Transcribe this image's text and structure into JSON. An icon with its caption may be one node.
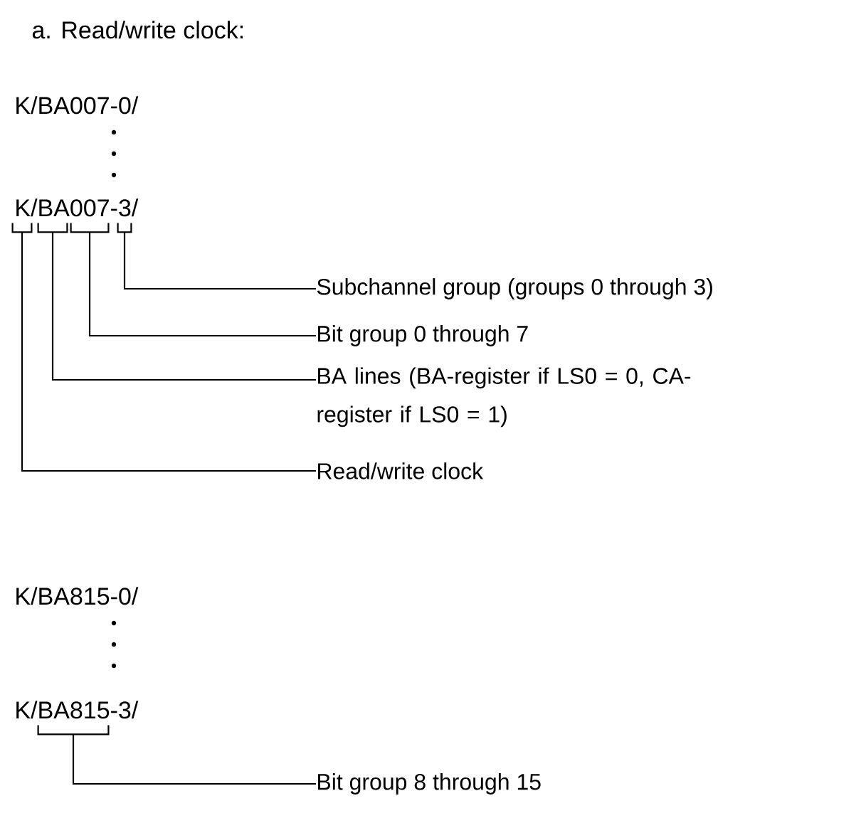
{
  "diagram": {
    "title": "a. Read/write clock:",
    "nodes": [
      {
        "text": [
          "K/BA007-0/"
        ]
      },
      {
        "text": [
          "K/BA007-3/"
        ]
      },
      {
        "text": [],
        "shape": "bracket"
      },
      {
        "text": [],
        "shape": "bracket"
      },
      {
        "text": [],
        "shape": "bracket"
      },
      {
        "text": [],
        "shape": "bracket"
      },
      {
        "text": [
          "Subchannel group (groups 0 through 3)"
        ]
      },
      {
        "text": [
          "Bit group 0 through 7"
        ]
      },
      {
        "text": [
          "BA lines (BA-register if LS0 = 0, CA-register if LS0 = 1)"
        ]
      },
      {
        "text": [
          "Read/write clock"
        ]
      },
      {
        "text": [
          "K/BA815-0/"
        ]
      },
      {
        "text": [
          "K/BA815-3/"
        ]
      },
      {
        "text": [],
        "shape": "bracket"
      },
      {
        "text": [
          "Bit group 8 through 15"
        ]
      }
    ],
    "edges": [
      {
        "from": 6,
        "to": 5,
        "arrow": "none"
      },
      {
        "from": 7,
        "to": 4,
        "arrow": "none"
      },
      {
        "from": 8,
        "to": 3,
        "arrow": "none"
      },
      {
        "from": 9,
        "to": 2,
        "arrow": "none"
      },
      {
        "from": 13,
        "to": 12,
        "arrow": "none"
      }
    ]
  }
}
